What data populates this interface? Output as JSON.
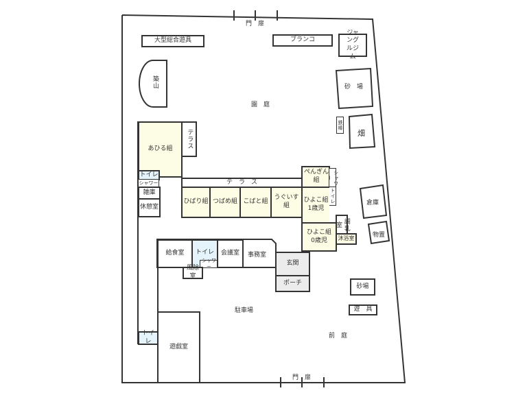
{
  "gate_top": "門　扉",
  "gate_bottom": "門　扉",
  "yard_labels": {
    "garden": "園　庭",
    "front_yard": "前　庭",
    "parking": "駐車場"
  },
  "play_equipment": {
    "big_play": "大型総合遊具",
    "swing": "ブランコ",
    "jungle_gym": "ジャングルジム",
    "mound": "築山",
    "sandbox_top": "砂　場",
    "iron_bar": "鉄棒",
    "field": "畑",
    "sandbox_bottom": "砂場",
    "equipment": "遊　具",
    "warehouse": "倉庫",
    "storage": "物置"
  },
  "rooms": {
    "ahiru": "あひる組",
    "terrace_v": "テラス",
    "toilet_1": "トイレ",
    "shower_1": "シャワー",
    "storeroom": "雑庫",
    "rest_room": "休憩室",
    "terrace_h": "テ　ラ　ス",
    "hibari": "ひばり組",
    "tsubame": "つばめ組",
    "kobato": "こばと組",
    "uguisu": "うぐいす組",
    "penguin": "ぺんぎん組",
    "shower_2": "シャワー",
    "toilet_2": "トイレ",
    "hiyoko_1": "ひよこ組\n1歳児",
    "hiyoko_0": "ひよこ組\n0歳児",
    "milk_room": "調乳室",
    "bath_room": "沐浴室",
    "kitchen": "給食室",
    "toilet_3": "トイレ",
    "shower_3": "シャワー",
    "meeting": "会議室",
    "office": "事務室",
    "windbreak": "風除室",
    "entrance": "玄関",
    "porch": "ポーチ",
    "toilet_4": "トイレ",
    "playroom": "遊戯室"
  }
}
